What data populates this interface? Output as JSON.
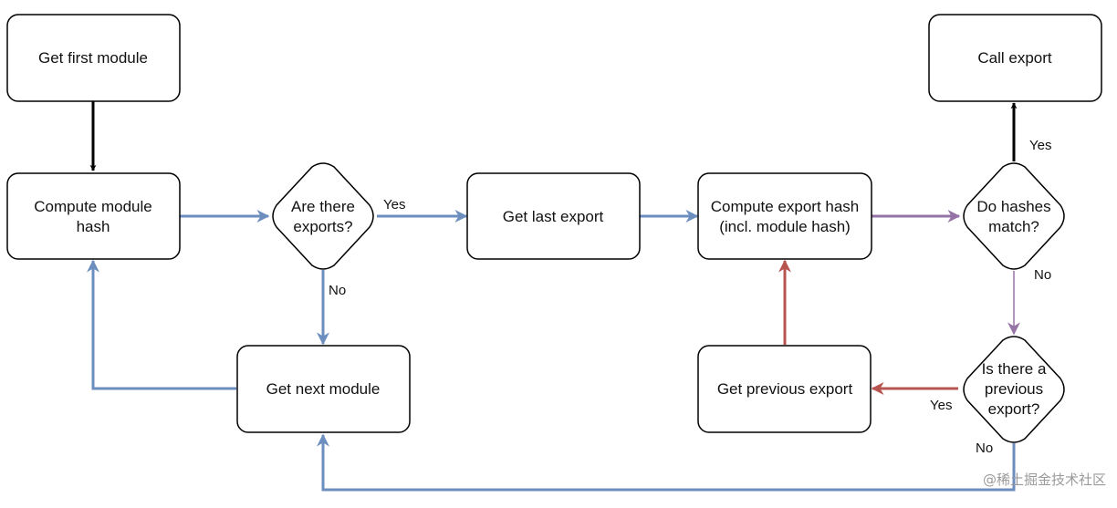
{
  "nodes": {
    "get_first_module": {
      "lines": [
        "Get first module"
      ]
    },
    "compute_module_hash": {
      "lines": [
        "Compute module",
        "hash"
      ]
    },
    "are_there_exports": {
      "lines": [
        "Are there",
        "exports?"
      ]
    },
    "get_last_export": {
      "lines": [
        "Get last export"
      ]
    },
    "compute_export_hash": {
      "lines": [
        "Compute export hash",
        "(incl. module hash)"
      ]
    },
    "do_hashes_match": {
      "lines": [
        "Do hashes",
        "match?"
      ]
    },
    "call_export": {
      "lines": [
        "Call export"
      ]
    },
    "is_there_previous_export": {
      "lines": [
        "Is there a",
        "previous",
        "export?"
      ]
    },
    "get_previous_export": {
      "lines": [
        "Get previous export"
      ]
    },
    "get_next_module": {
      "lines": [
        "Get next module"
      ]
    }
  },
  "edges": {
    "exports_yes": "Yes",
    "exports_no": "No",
    "match_yes": "Yes",
    "match_no": "No",
    "previous_yes": "Yes",
    "previous_no": "No"
  },
  "colors": {
    "black": "#000000",
    "blue": "#6c8ebf",
    "purple": "#9673a6",
    "red": "#b85450"
  },
  "watermark": "@稀土掘金技术社区"
}
